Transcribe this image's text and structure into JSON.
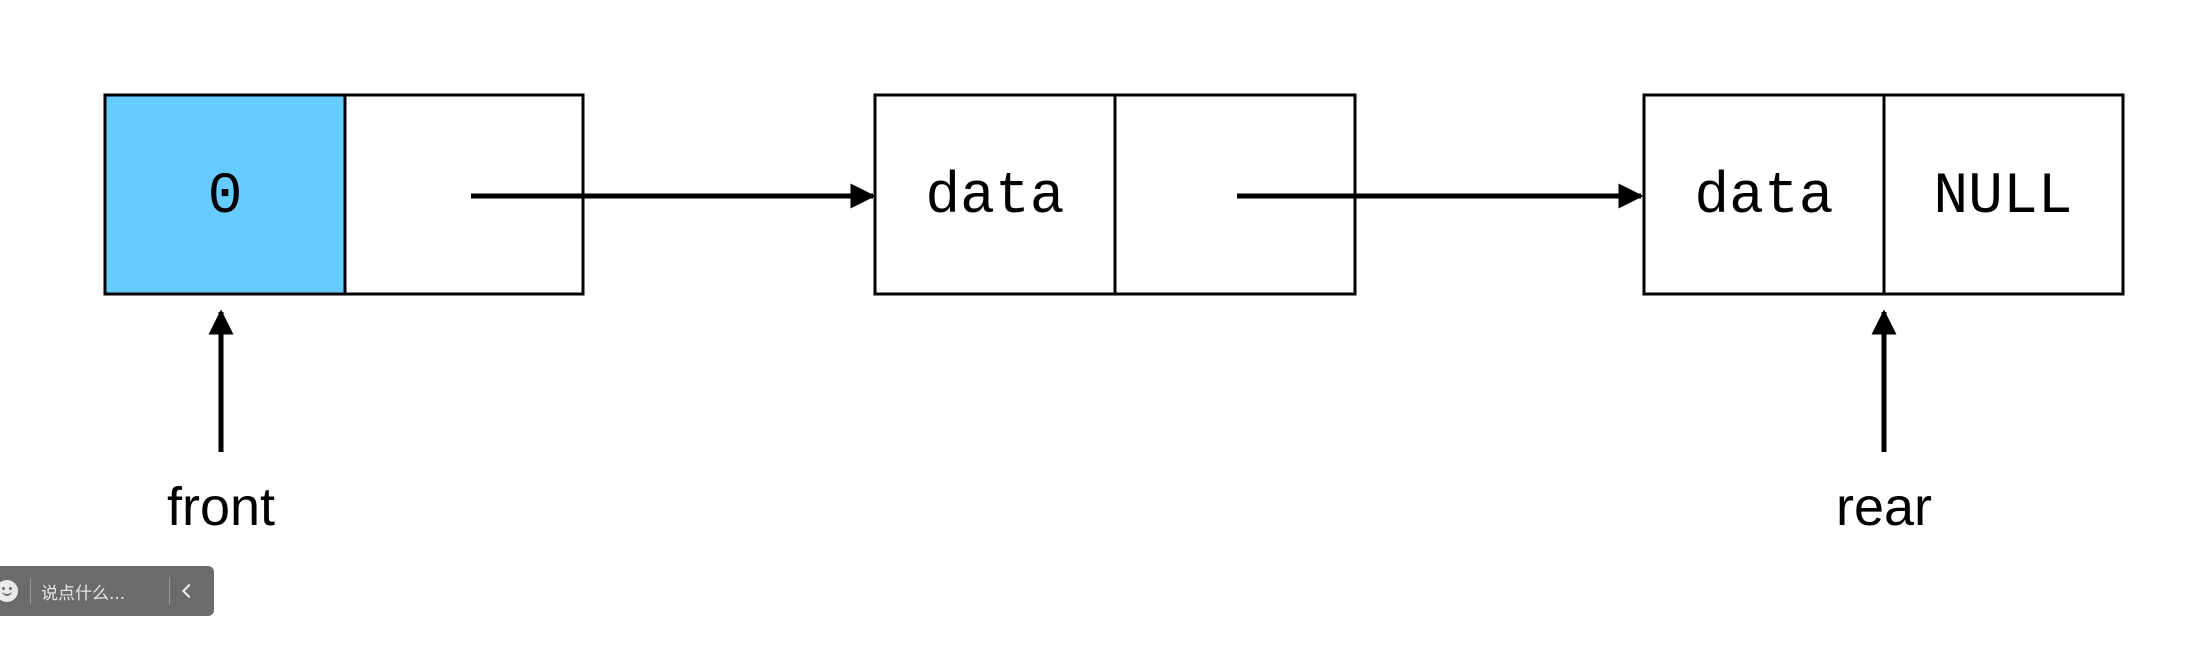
{
  "diagram": {
    "node1": {
      "data_text": "0",
      "data_fill": "#66ccff"
    },
    "node2": {
      "data_text": "data"
    },
    "node3": {
      "data_text": "data",
      "next_text": "NULL"
    },
    "front_label": "front",
    "rear_label": "rear"
  },
  "comment_bar": {
    "placeholder": "说点什么...",
    "emoji_icon": "smiley-icon",
    "collapse_icon": "chevron-left-icon"
  }
}
